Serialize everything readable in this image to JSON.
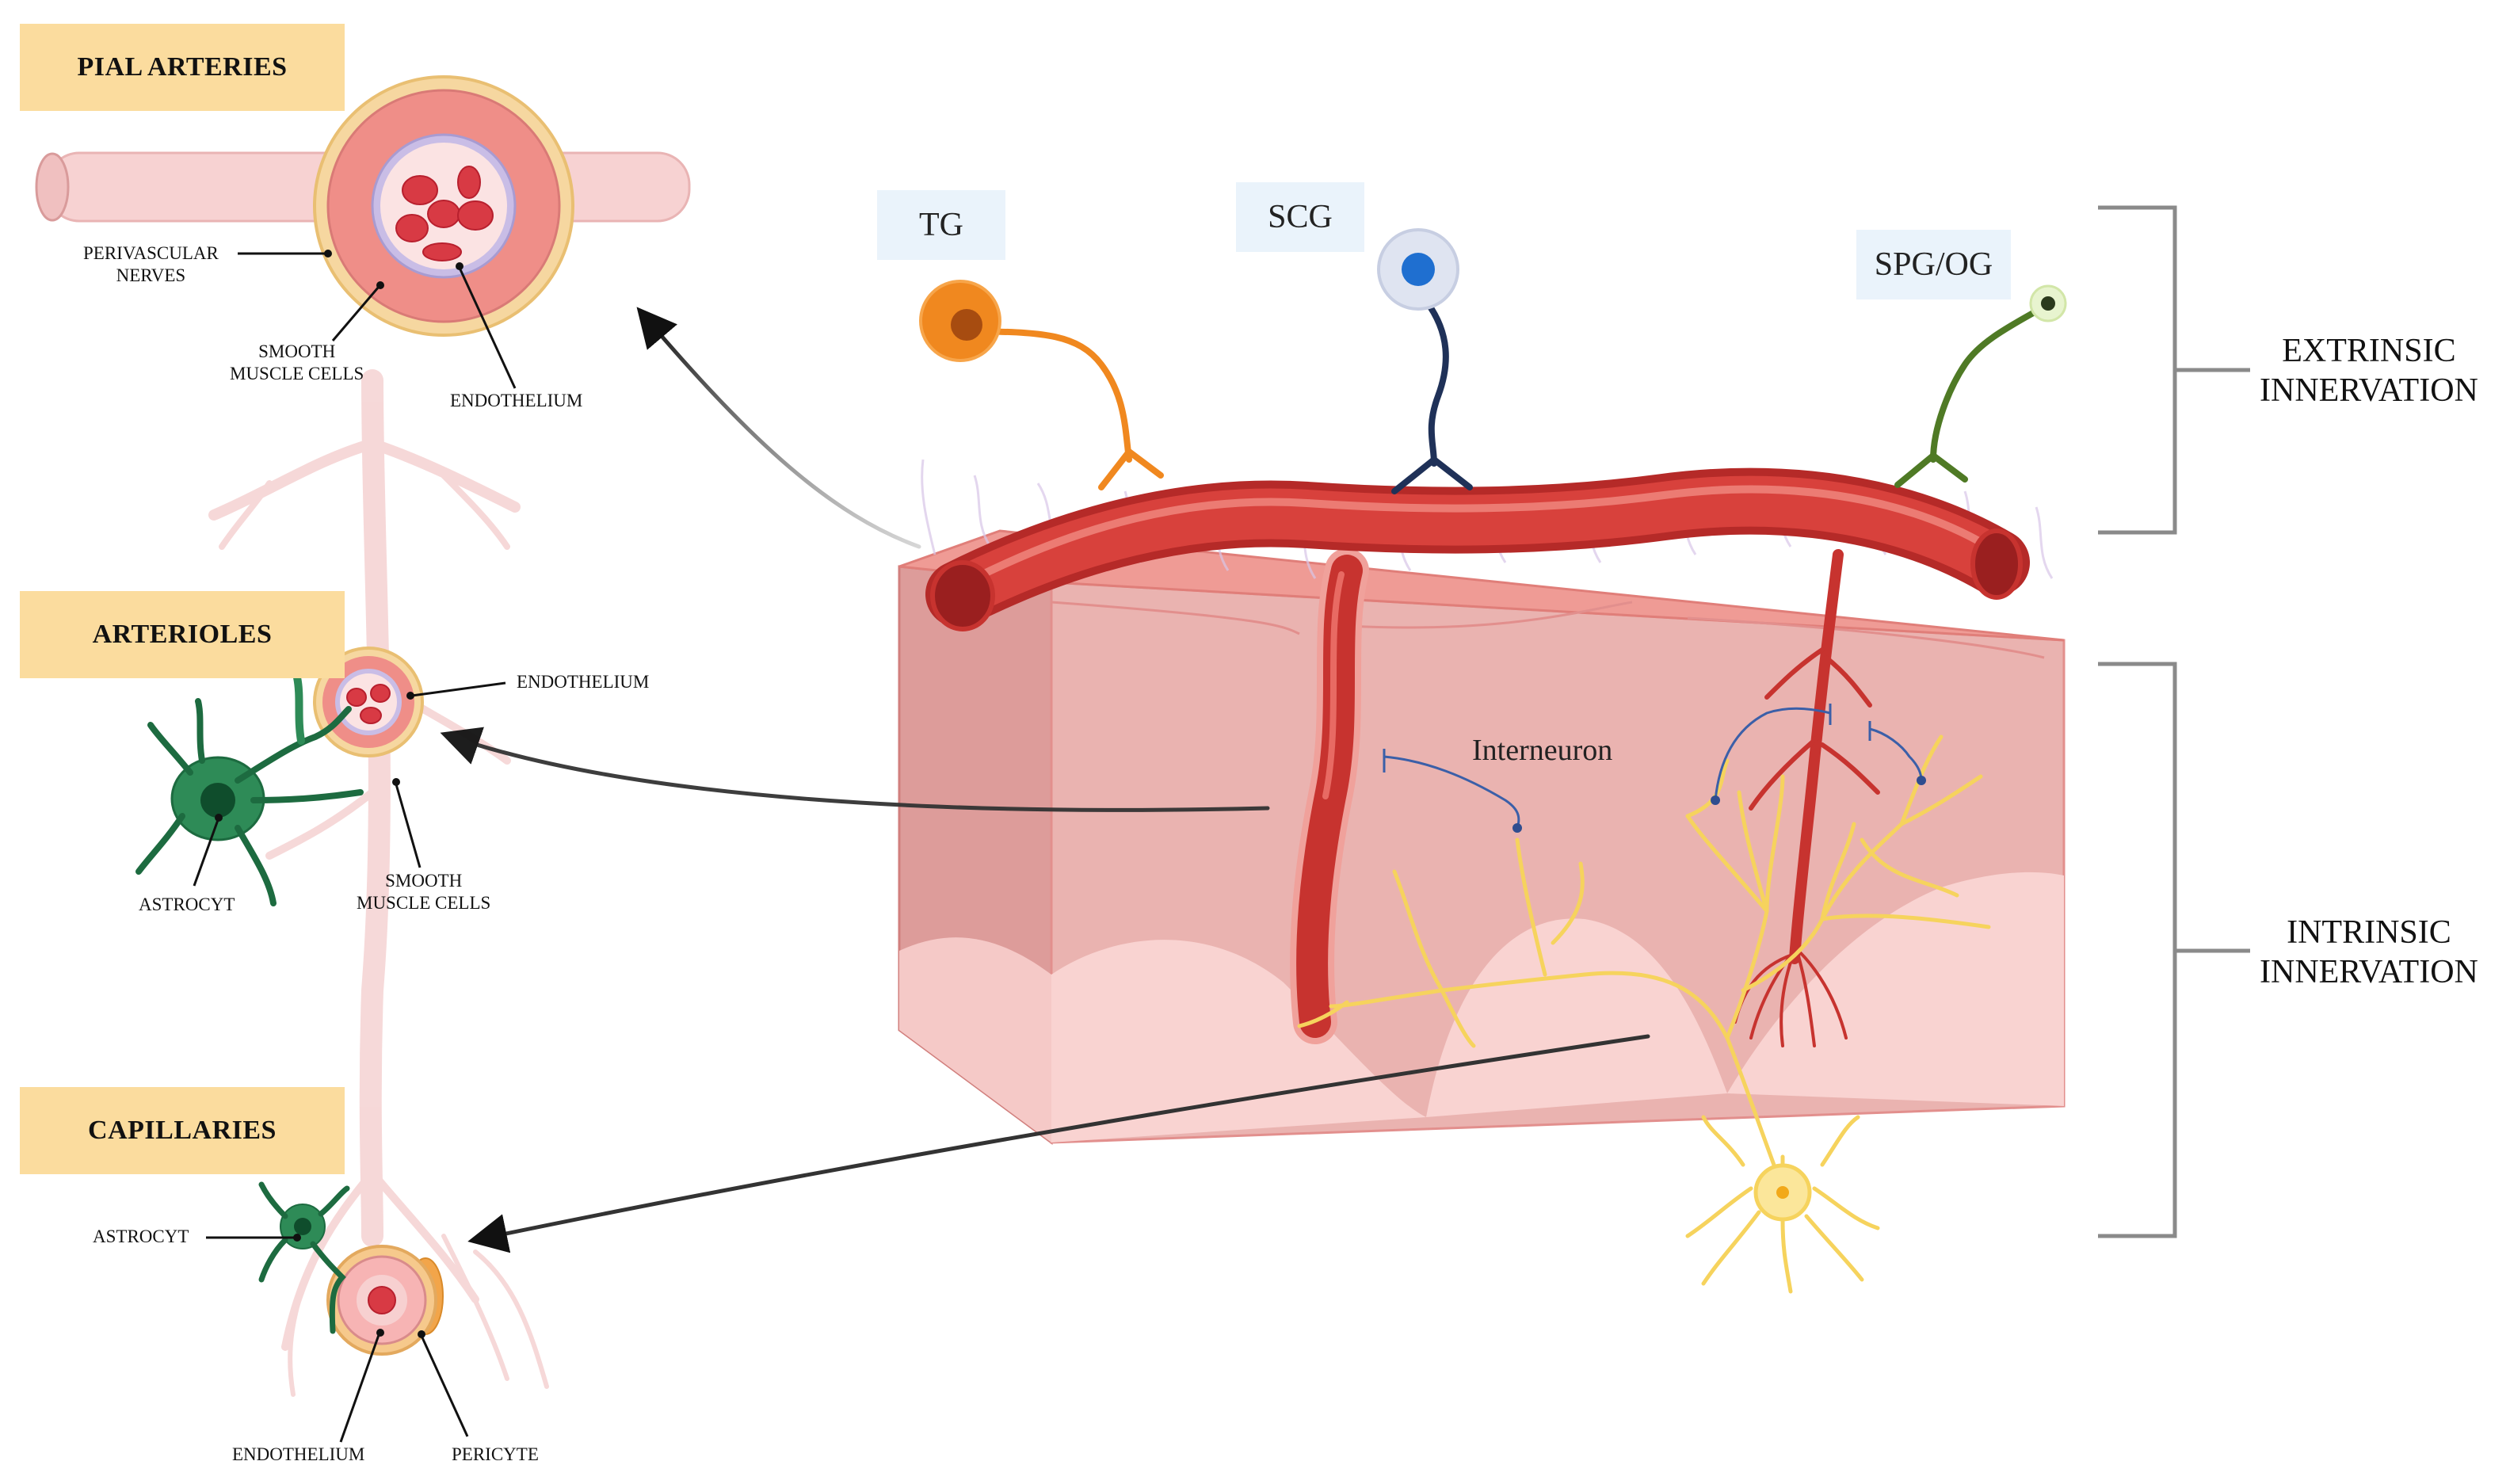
{
  "sections": {
    "pial": {
      "title": "PIAL ARTERIES",
      "callouts": {
        "perivascular": "PERIVASCULAR\nNERVES",
        "smooth_muscle": "SMOOTH\nMUSCLE CELLS",
        "endothelium": "ENDOTHELIUM"
      }
    },
    "arterioles": {
      "title": "ARTERIOLES",
      "callouts": {
        "endothelium": "ENDOTHELIUM",
        "astrocyte": "ASTROCYT",
        "smooth_muscle": "SMOOTH\nMUSCLE CELLS"
      }
    },
    "capillaries": {
      "title": "CAPILLARIES",
      "callouts": {
        "astrocyte": "ASTROCYT",
        "endothelium": "ENDOTHELIUM",
        "pericyte": "PERICYTE"
      }
    }
  },
  "ganglia": {
    "tg": "TG",
    "scg": "SCG",
    "spg": "SPG/OG"
  },
  "interneuron_label": "Interneuron",
  "innervation": {
    "extrinsic": "EXTRINSIC\nINNERVATION",
    "intrinsic": "INTRINSIC\nINNERVATION"
  },
  "colors": {
    "label_bg": "#fbdc9e",
    "ganglion_bg": "#eaf3fb",
    "tg": "#f0881f",
    "scg": "#1f3158",
    "scg_nucleus": "#1f6fd0",
    "spg": "#4f7a25",
    "vessel": "#c7332f",
    "tissue": "#e9aeab",
    "neuron": "#f6d35d",
    "astrocyte": "#2e8b57",
    "bracket": "#8a8a8a"
  }
}
